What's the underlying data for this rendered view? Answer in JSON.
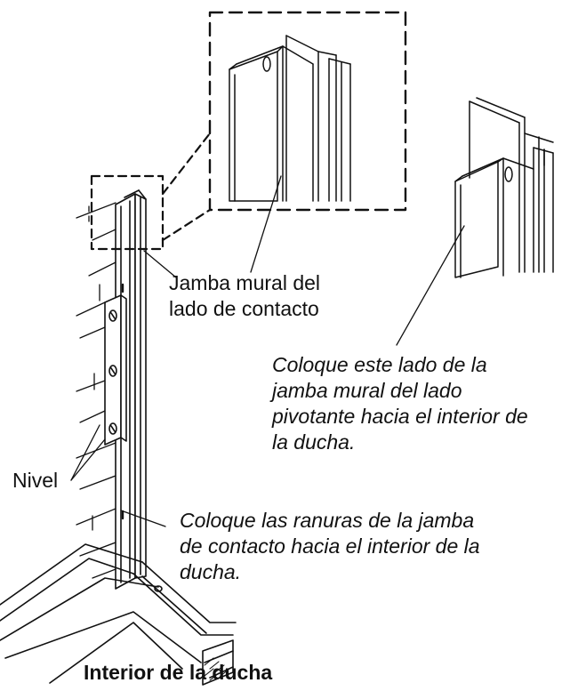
{
  "labels": {
    "hinge_jamb": "Jamba mural del\nlado de contacto",
    "pivot_side_note": "Coloque este lado de la\njamba mural del lado\npivotante hacia el interior de\nla ducha.",
    "level": "Nivel",
    "slots_note": "Coloque las ranuras de la jamba\nde contacto hacia el interior de la\nducha.",
    "shower_interior": "Interior de la ducha"
  },
  "colors": {
    "line": "#111111",
    "background": "#ffffff"
  }
}
